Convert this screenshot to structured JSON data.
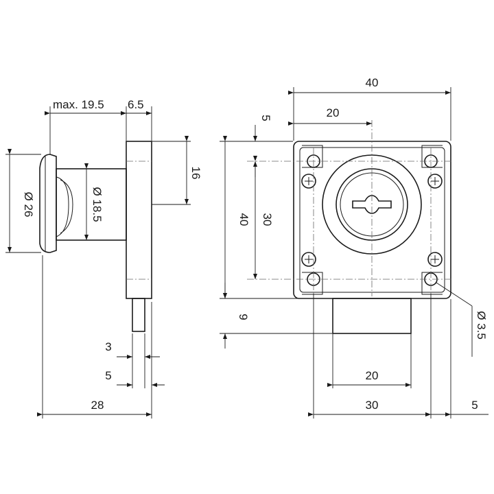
{
  "labels": {
    "max_19_5": "max. 19.5",
    "d_6_5": "6.5",
    "d_40_top": "40",
    "d_20_top": "20",
    "d_5_top": "5",
    "d_16": "16",
    "d_phi26": "Ø 26",
    "d_phi18_5": "Ø 18.5",
    "d_40_left": "40",
    "d_30_left": "30",
    "d_9": "9",
    "d_phi3_5": "Ø 3.5",
    "d_3": "3",
    "d_5_small": "5",
    "d_28": "28",
    "d_20_bottom": "20",
    "d_30_bottom": "30",
    "d_5_right": "5"
  }
}
